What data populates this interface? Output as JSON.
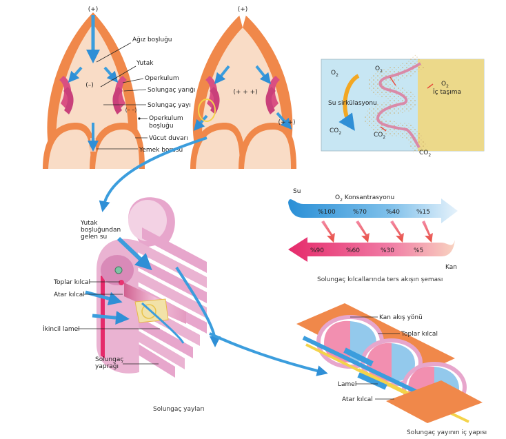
{
  "fish_heads": {
    "left": {
      "sign_top": "(+)",
      "sign_inner": "(–)",
      "sign_gill": "(– –)",
      "labels": {
        "mouth_cavity": "Ağız boşluğu",
        "pharynx": "Yutak",
        "operculum": "Operkulum",
        "gill_slit": "Solungaç yarığı",
        "gill_arch": "Solungaç yayı",
        "opercular_cavity_1": "Operkulum",
        "opercular_cavity_2": "boşluğu",
        "body_wall": "Vücut duvarı",
        "esophagus": "Yemek borusu"
      }
    },
    "right": {
      "sign_top": "(+)",
      "sign_inner": "(+ + +)",
      "sign_gill": "(+ +)"
    }
  },
  "gas_exchange": {
    "o2_left": "O",
    "o2_top": "O",
    "o2_right": "O",
    "co2_left": "CO",
    "co2_bottom": "CO",
    "co2_right": "CO",
    "sub": "2",
    "water_circulation": "Su sirkülasyonu",
    "internal_transport": "İç taşıma"
  },
  "countercurrent": {
    "water_label": "Su",
    "blood_label": "Kan",
    "o2_concentration": "Konsantrasyonu",
    "o2_prefix": "O",
    "o2_sub": "2",
    "water_values": [
      "%100",
      "%70",
      "%40",
      "%15"
    ],
    "blood_values": [
      "%90",
      "%60",
      "%30",
      "%5"
    ],
    "caption": "Solungaç kılcallarında ters akışın şeması"
  },
  "gill_arch": {
    "water_from_pharynx_1": "Yutak",
    "water_from_pharynx_2": "boşluğundan",
    "water_from_pharynx_3": "gelen su",
    "collecting_capillary": "Toplar kılcal",
    "afferent_capillary": "Atar kılcal",
    "secondary_lamella": "İkincil lamel",
    "gill_filament_1": "Solungaç",
    "gill_filament_2": "yaprağı",
    "caption": "Solungaç yayları"
  },
  "internal_structure": {
    "blood_flow_direction": "Kan akış yönü",
    "collecting_capillary": "Toplar kılcal",
    "lamella": "Lamel",
    "afferent_capillary": "Atar kılcal",
    "caption": "Solungaç yayının iç yapısı"
  },
  "colors": {
    "flesh": "#f6c8ae",
    "flesh_light": "#f9dcc6",
    "orange": "#f0884a",
    "gill_pink": "#d94f82",
    "water_blue": "#3b9ddd",
    "blood_red": "#e83370",
    "lamella_pink": "#e7a6cc",
    "tissue_yellow": "#ecd98a"
  }
}
